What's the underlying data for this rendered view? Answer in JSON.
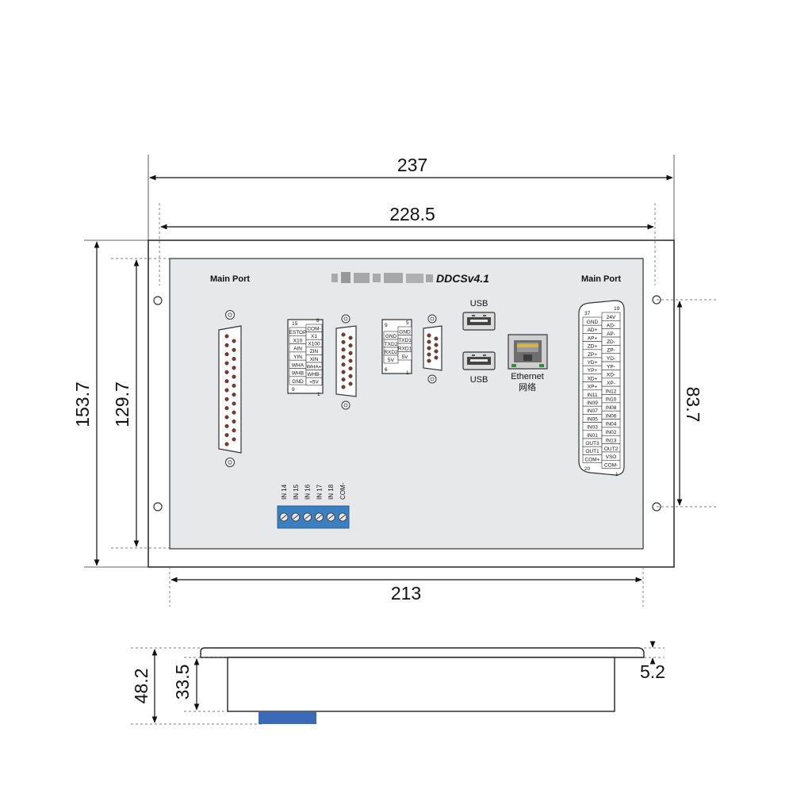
{
  "top_view": {
    "dims": {
      "outer_width": "237",
      "inner_width": "228.5",
      "outer_height": "153.7",
      "inner_height": "129.7",
      "hole_spacing": "83.7",
      "panel_width": "213"
    },
    "labels": {
      "main_port_left": "Main Port",
      "main_port_right": "Main Port",
      "model": "DDCSv4.1",
      "usb_top": "USB",
      "usb_bottom": "USB",
      "ethernet": "Ethernet",
      "ethernet_cn": "网络"
    },
    "db15": {
      "num_top_left": "15",
      "num_top_right": "8",
      "num_bottom_left": "9",
      "num_bottom_right": "1",
      "left_pins": [
        "ESTOP",
        "X10",
        "AIN",
        "YIN",
        "WHA",
        "WHB",
        "GND"
      ],
      "right_pins": [
        "COM-",
        "X1",
        "X100",
        "ZIN",
        "XIN",
        "WHA+",
        "WHB-",
        "+5V"
      ]
    },
    "db9": {
      "num_top_left": "9",
      "num_top_right": "5",
      "num_bottom_left": "6",
      "num_bottom_right": "1",
      "left_pins": [
        "GND",
        "TXD2",
        "RXD2",
        "5V"
      ],
      "right_pins": [
        "GND",
        "TXD1",
        "RXD1",
        "5V"
      ]
    },
    "db37": {
      "num_top_left": "37",
      "num_top_right": "19",
      "num_bottom_left": "20",
      "num_bottom_right": "1",
      "left_pins": [
        "GND",
        "AD+",
        "AP+",
        "ZD+",
        "ZP+",
        "YD+",
        "YP+",
        "XD+",
        "XP+",
        "IN11",
        "IN09",
        "IN07",
        "IN05",
        "IN03",
        "IN01",
        "OUT3",
        "OUT1",
        "COM+"
      ],
      "right_pins": [
        "24V",
        "AD-",
        "AP-",
        "ZD-",
        "ZP-",
        "YD-",
        "YP-",
        "XD-",
        "XP-",
        "IN12",
        "IN10",
        "IN08",
        "IN06",
        "IN04",
        "IN02",
        "IN13",
        "OUT2",
        "VSO",
        "COM-"
      ]
    },
    "terminal_block": {
      "labels": [
        "IN 14",
        "IN 15",
        "IN 16",
        "IN 17",
        "IN 18",
        "COM-"
      ],
      "color": "#3a7fc0"
    }
  },
  "side_view": {
    "dims": {
      "total_depth": "48.2",
      "body_depth": "33.5",
      "flange": "5.2"
    },
    "terminal_color": "#3a6ab8"
  }
}
